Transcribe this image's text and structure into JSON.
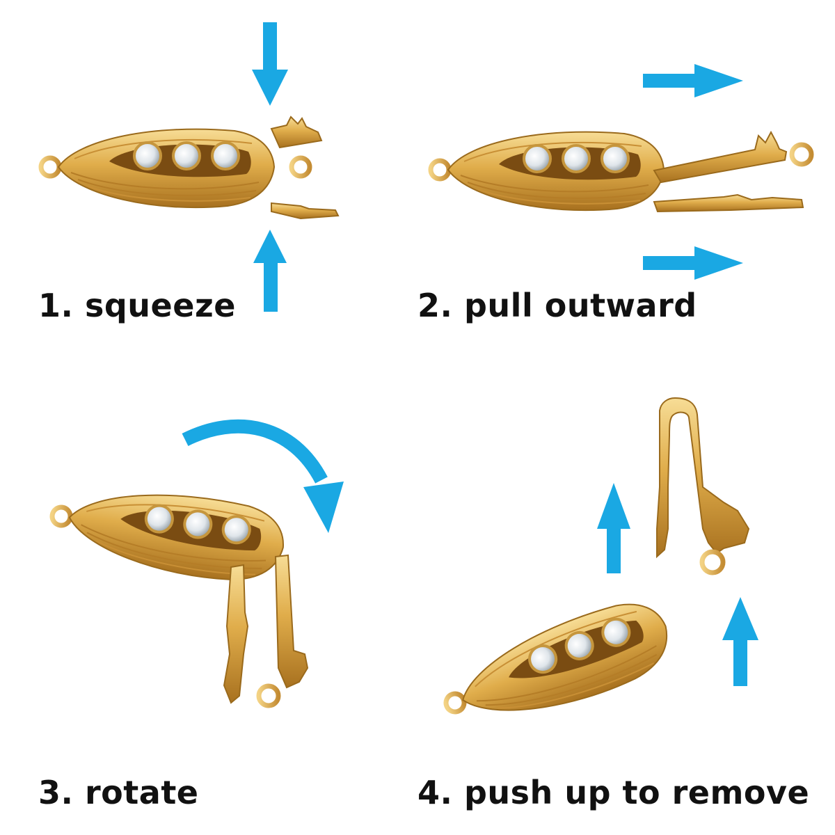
{
  "steps": [
    {
      "number": 1,
      "label": "1. squeeze"
    },
    {
      "number": 2,
      "label": "2. pull outward"
    },
    {
      "number": 3,
      "label": "3. rotate"
    },
    {
      "number": 4,
      "label": "4. push up to remove"
    }
  ],
  "colors": {
    "arrow": "#1aa8e3",
    "gold_light": "#f2cf7e",
    "gold_mid": "#d9a441",
    "gold_dark": "#a06d1c",
    "crystal": "#e9eef2",
    "text": "#111111",
    "background": "#ffffff"
  },
  "icons": {
    "clasp": "fish-hook-clasp-icon",
    "straight_arrow": "arrow-icon",
    "curved_arrow": "curved-arrow-icon"
  }
}
